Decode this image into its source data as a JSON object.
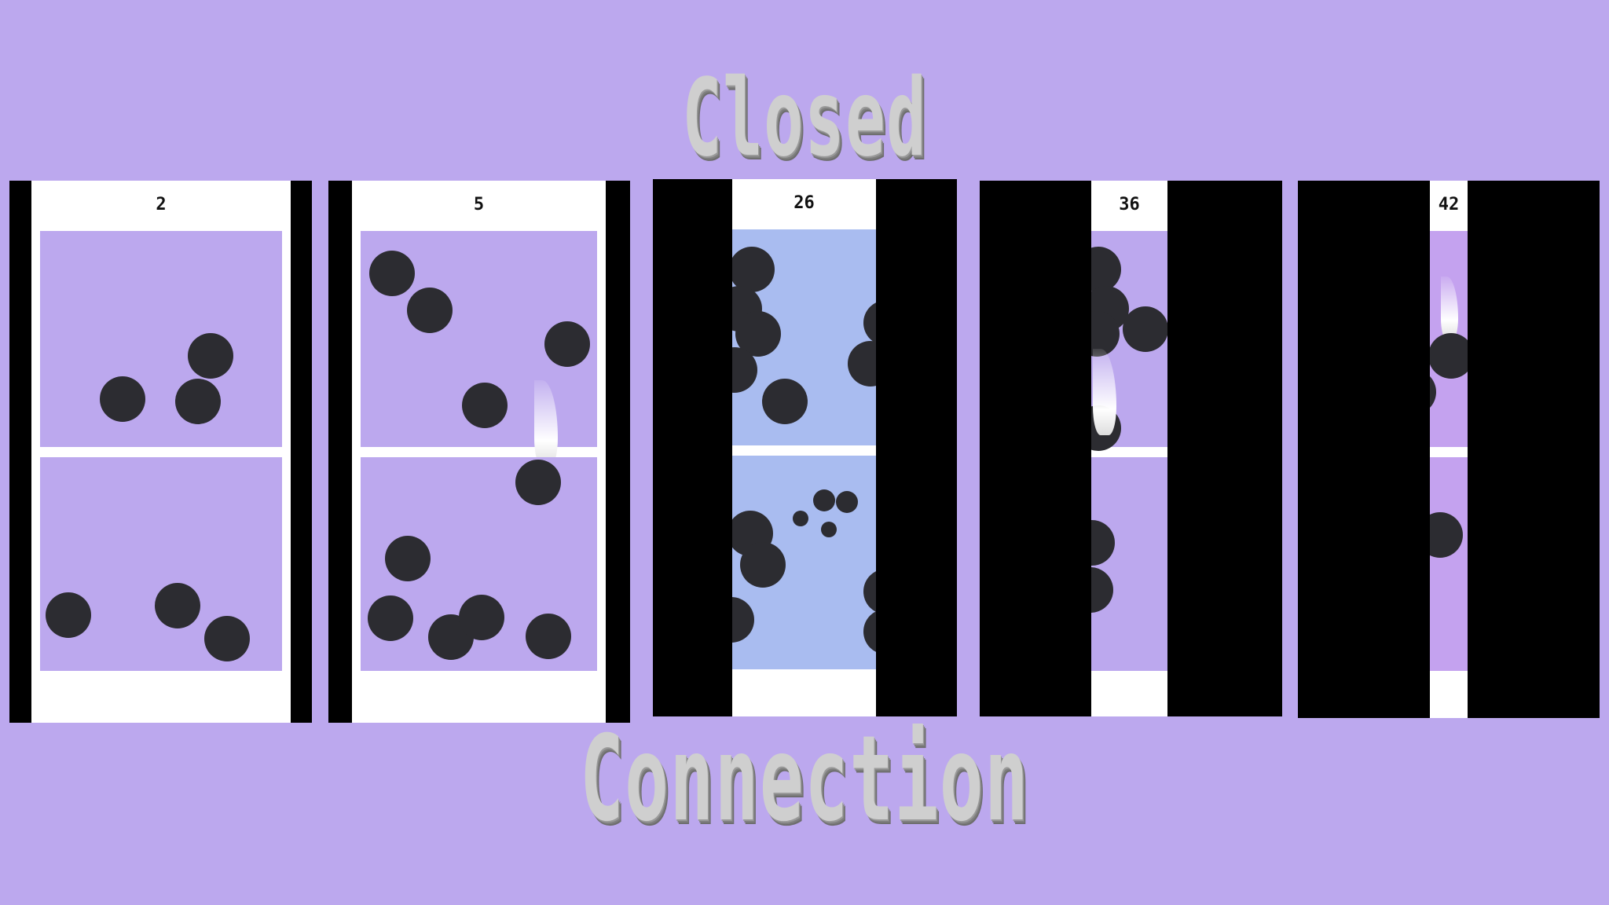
{
  "title": {
    "line1": "Closed",
    "line2": "Connection"
  },
  "screens": [
    {
      "score": "2",
      "theme": "purple"
    },
    {
      "score": "5",
      "theme": "purple"
    },
    {
      "score": "26",
      "theme": "blue"
    },
    {
      "score": "36",
      "theme": "purple"
    },
    {
      "score": "42",
      "theme": "violet"
    }
  ],
  "colors": {
    "background": "#bca8ee",
    "field_purple": "#bca8ee",
    "field_blue": "#a9bcf0",
    "field_violet": "#c4a2ef",
    "ball": "#2c2c31",
    "frame": "#000000"
  }
}
